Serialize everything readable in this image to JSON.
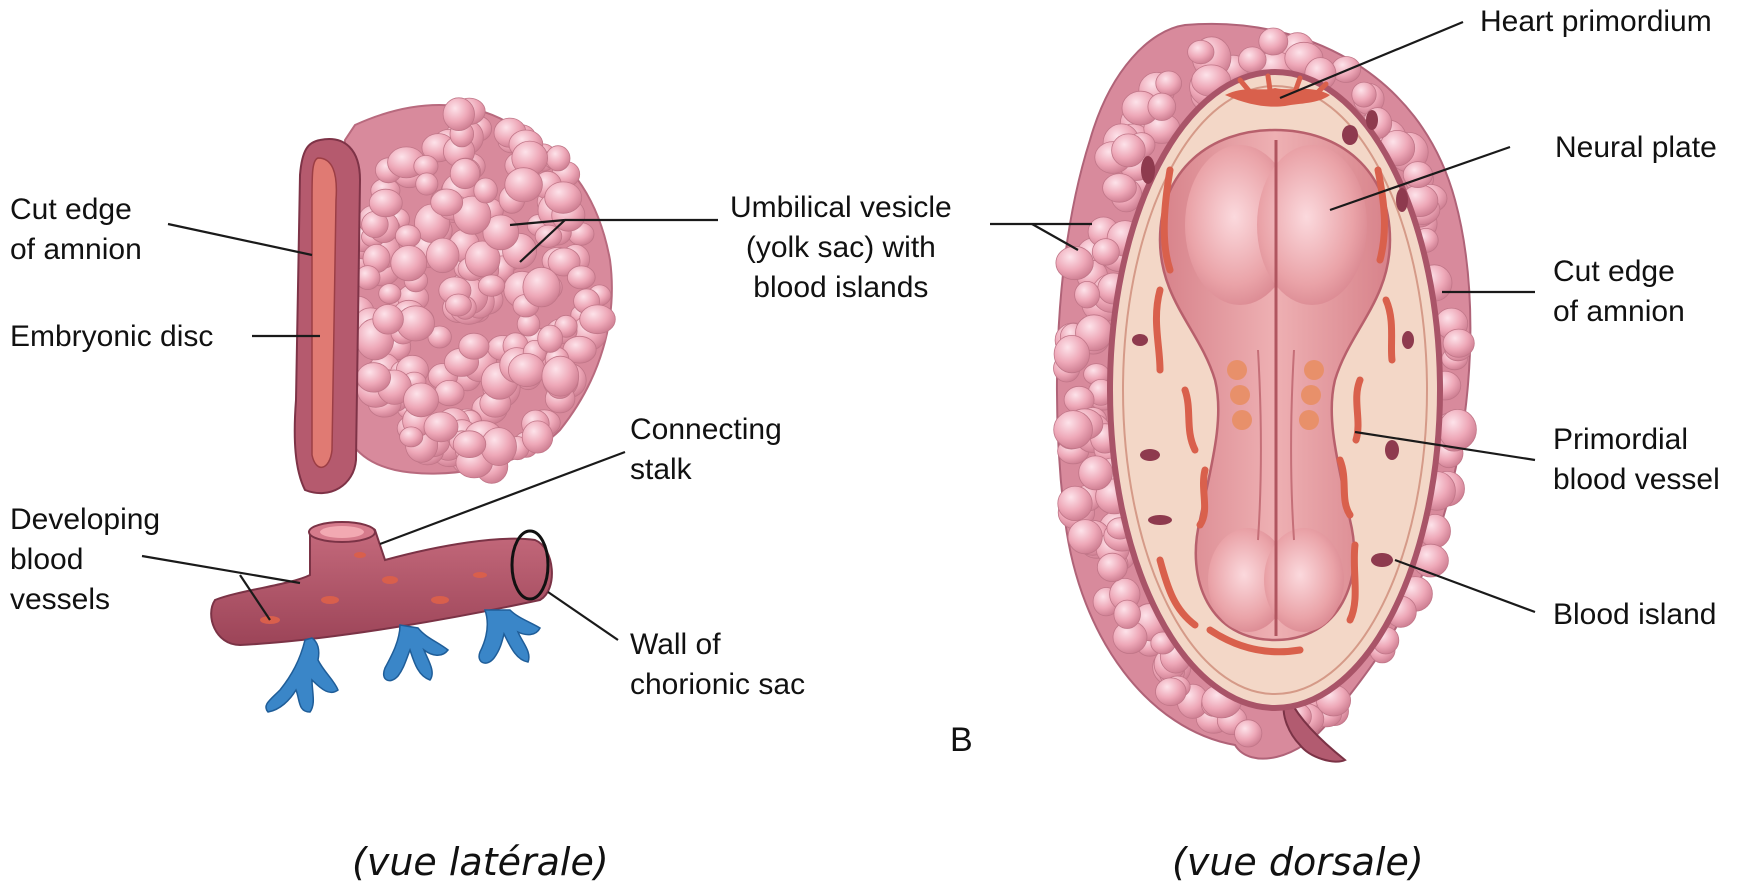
{
  "left_panel": {
    "labels": {
      "cut_edge_amnion": [
        "Cut edge",
        "of amnion"
      ],
      "embryonic_disc": [
        "Embryonic disc"
      ],
      "developing_vessels": [
        "Developing",
        "blood",
        "vessels"
      ],
      "umbilical_vesicle": [
        "Umbilical vesicle",
        "(yolk sac) with",
        "blood islands"
      ],
      "connecting_stalk": [
        "Connecting",
        "stalk"
      ],
      "wall_chorionic_sac": [
        "Wall of",
        "chorionic sac"
      ]
    },
    "caption": "(vue latérale)"
  },
  "right_panel": {
    "letter": "B",
    "labels": {
      "heart_primordium": [
        "Heart primordium"
      ],
      "neural_plate": [
        "Neural plate"
      ],
      "cut_edge_amnion": [
        "Cut edge",
        "of amnion"
      ],
      "primordial_vessel": [
        "Primordial",
        "blood vessel"
      ],
      "blood_island": [
        "Blood island"
      ]
    },
    "caption": "(vue dorsale)"
  },
  "colors": {
    "yolk_sac": "#e89aaa",
    "yolk_sac_dark": "#b85a6e",
    "amnion_edge": "#a84e62",
    "embryo": "#e59a9a",
    "embryo_light": "#f7c6c3",
    "vessel_red": "#d8604f",
    "blood_island_dark": "#8e3a4e",
    "chorion_blue": "#3b86c9",
    "stalk": "#b8566a"
  }
}
